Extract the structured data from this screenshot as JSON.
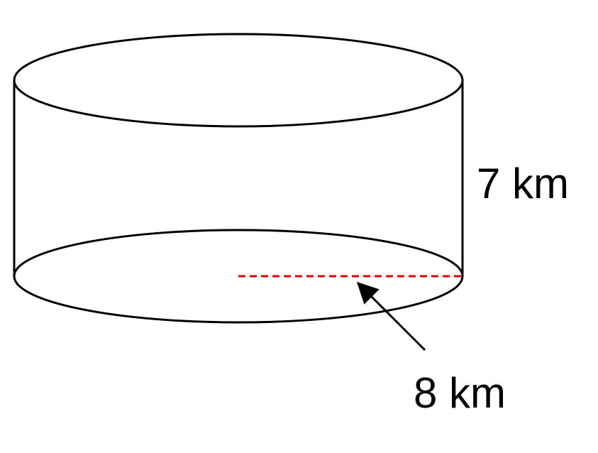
{
  "figure": {
    "shape": "cylinder",
    "height_label": "7 km",
    "radius_label": "8 km"
  },
  "colors": {
    "outline": "#000000",
    "radius_line": "#e00000",
    "background": "#ffffff"
  }
}
